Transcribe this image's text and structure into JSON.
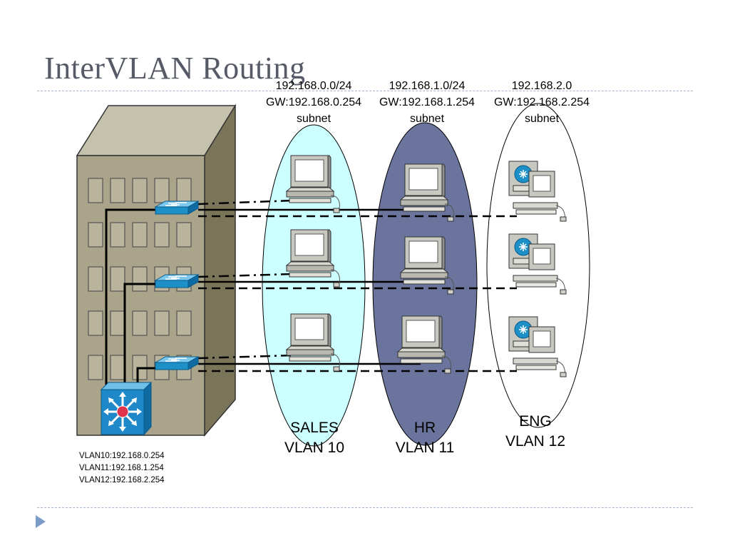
{
  "slide": {
    "title": "InterVLAN Routing"
  },
  "subnets": [
    {
      "line1": "192.168.0.0/24",
      "line2": "GW:192.168.0.254",
      "line3": "subnet"
    },
    {
      "line1": "192.168.1.0/24",
      "line2": "GW:192.168.1.254",
      "line3": "subnet"
    },
    {
      "line1": "192.168.2.0",
      "line2": "GW:192.168.2.254",
      "line3": "subnet"
    }
  ],
  "vlans": [
    {
      "name": "SALES",
      "id": "VLAN 10",
      "fill": "#ccffff"
    },
    {
      "name": "HR",
      "id": "VLAN 11",
      "fill": "#6a749c"
    },
    {
      "name": "ENG",
      "id": "VLAN 12",
      "fill": "#ffffff"
    }
  ],
  "router_legend": [
    "VLAN10:192.168.0.254",
    "VLAN11:192.168.1.254",
    "VLAN12:192.168.2.254"
  ],
  "colors": {
    "title": "#555a66",
    "building_front": "#a9a48a",
    "building_side": "#7a7559",
    "building_top": "#c4c1ac",
    "switch": "#1e90c8",
    "router": "#1e88c8"
  },
  "icons": {
    "switch": "switch-icon",
    "router": "layer3-switch-icon",
    "pc": "pc-icon",
    "server": "server-icon"
  }
}
